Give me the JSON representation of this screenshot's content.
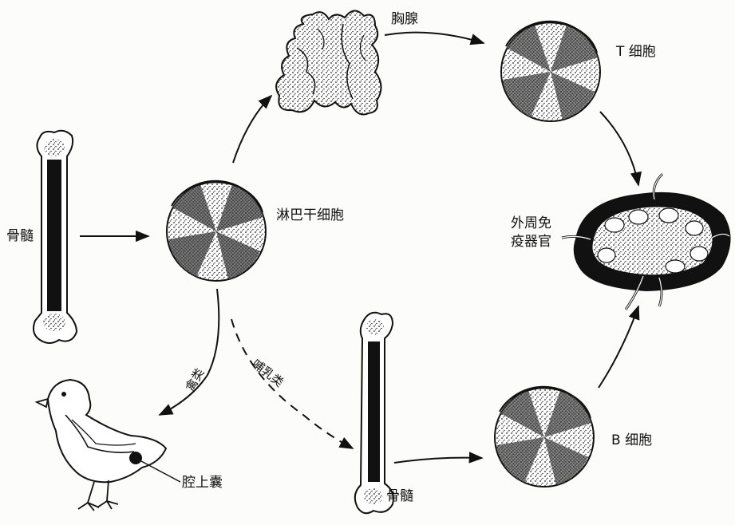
{
  "labels": {
    "bone_marrow_left": "骨髓",
    "thymus": "胸腺",
    "t_cell": "T 细胞",
    "lymphoid_stem_cell": "淋巴干细胞",
    "peripheral_organ_line1": "外周免",
    "peripheral_organ_line2": "疫器官",
    "birds": "禽类",
    "mammals": "哺乳类",
    "bursa": "腔上囊",
    "bone_marrow_bottom": "骨髓",
    "b_cell": "B 细胞"
  },
  "colors": {
    "ink": "#111111",
    "paper": "#fcfcfa",
    "node_fill": "#1a1a1a"
  }
}
